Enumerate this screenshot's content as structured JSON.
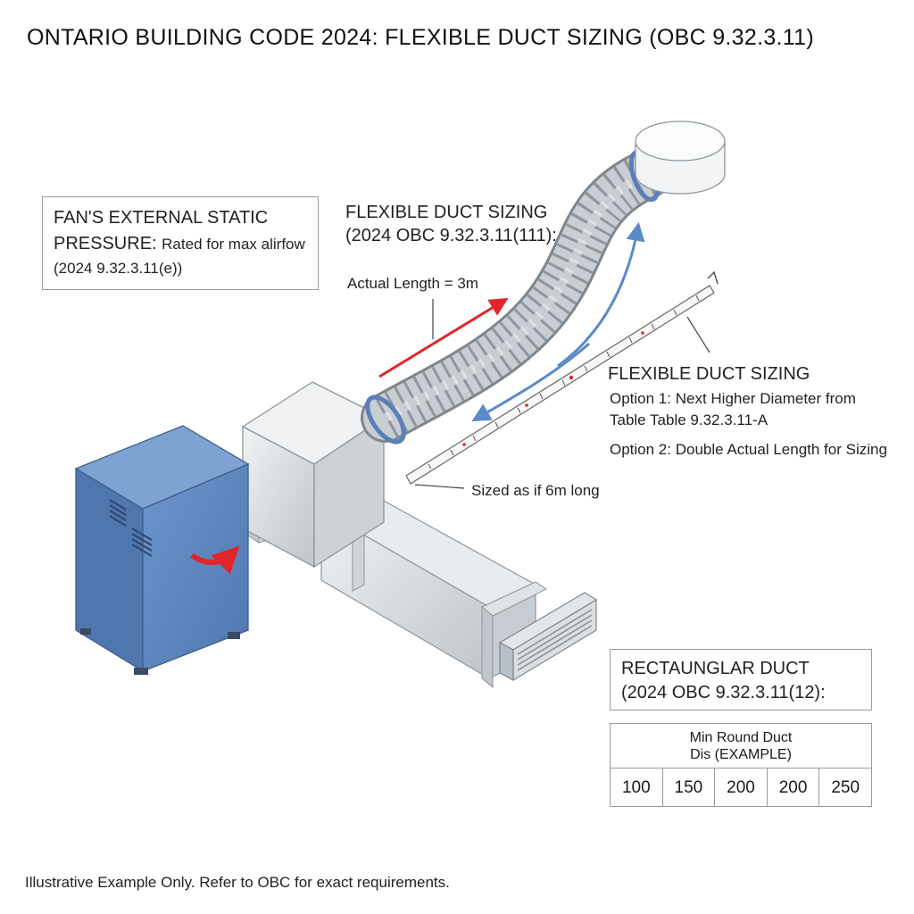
{
  "title": "ONTARIO BUILDING CODE 2024: FLEXIBLE DUCT SIZING (OBC 9.32.3.11)",
  "fan_box": {
    "line1": "FAN'S EXTERNAL STATIC",
    "line2_bold": "PRESSURE:",
    "line2_rest": "Rated for max alirfow",
    "line3": "(2024 9.32.3.11(e))"
  },
  "flex_sizing_top": {
    "heading": "FLEXIBLE DUCT SIZING",
    "ref": "(2024 OBC 9.32.3.11(111):"
  },
  "actual_length": "Actual Length = 3m",
  "flex_sizing_right": {
    "heading": "FLEXIBLE DUCT SIZING",
    "option1_line1": "Option 1: Next Higher Diameter from",
    "option1_line2": "Table Table 9.32.3.11-A",
    "option2": "Option 2: Double Actual Length for Sizing"
  },
  "sized_as": "Sized as if 6m long",
  "rect_box": {
    "line1": "RECTAUNGLAR DUCT",
    "line2": "(2024 OBC 9.32.3.11(12):"
  },
  "duct_table": {
    "header_line1": "Min Round Duct",
    "header_line2": "Dis (EXAMPLE)",
    "values": [
      "100",
      "150",
      "200",
      "200",
      "250"
    ]
  },
  "footer": "Illustrative Example Only. Refer to OBC for exact requirements.",
  "colors": {
    "fan_unit": "#5f89c0",
    "red_arrow": "#e0262b",
    "blue_arrow": "#5a8ac8",
    "duct_metal": "#d9dde0",
    "flex_collar": "#5b7fb8"
  }
}
